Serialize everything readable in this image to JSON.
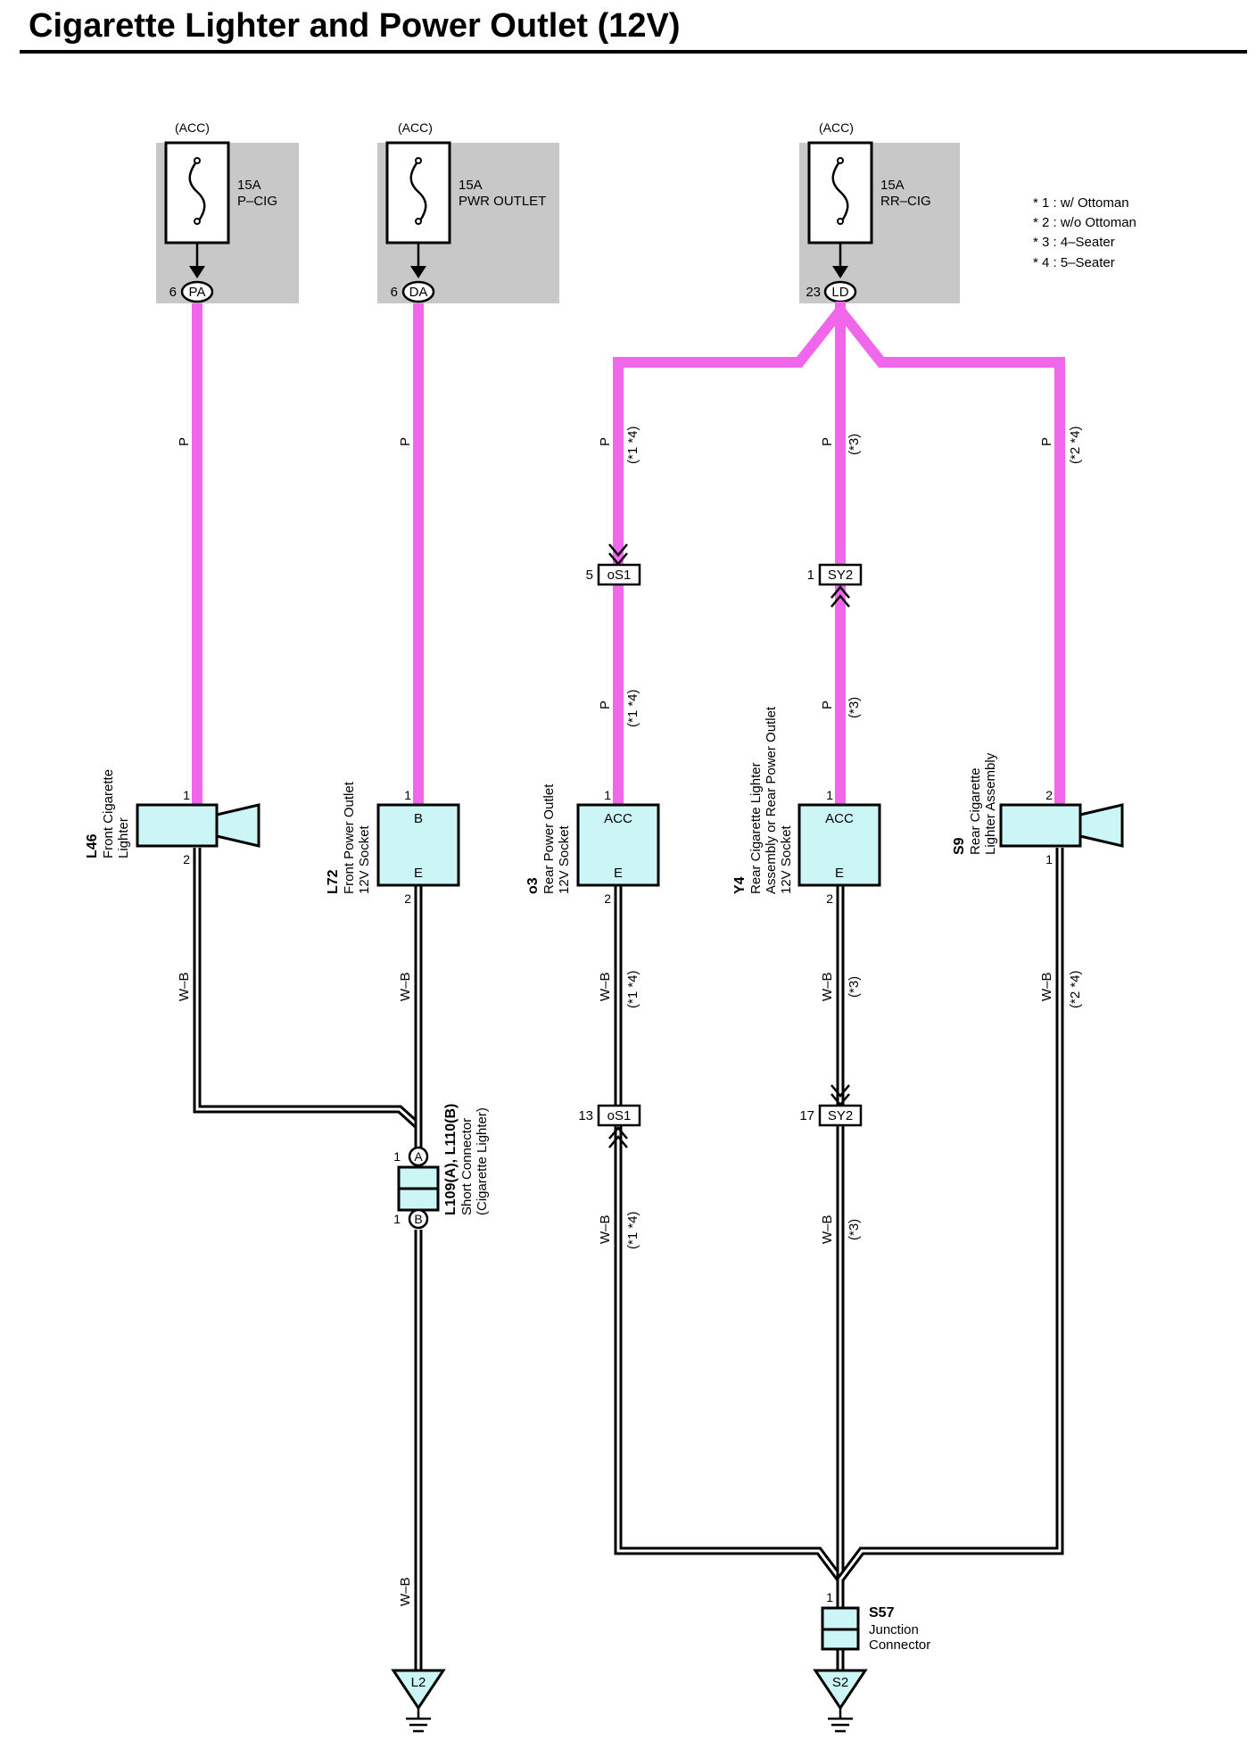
{
  "title": "Cigarette Lighter and Power Outlet (12V)",
  "legend": [
    "* 1 : w/ Ottoman",
    "* 2 : w/o Ottoman",
    "* 3 : 4–Seater",
    "* 4 : 5–Seater"
  ],
  "fuses": [
    {
      "source": "(ACC)",
      "rating": "15A",
      "name": "P–CIG",
      "pin": "6",
      "conn": "PA"
    },
    {
      "source": "(ACC)",
      "rating": "15A",
      "name": "PWR OUTLET",
      "pin": "6",
      "conn": "DA"
    },
    {
      "source": "(ACC)",
      "rating": "15A",
      "name": "RR–CIG",
      "pin": "23",
      "conn": "LD"
    }
  ],
  "wire_colors": {
    "pink": "P",
    "white_black": "W–B"
  },
  "wire_notes": {
    "n14": "(*1 *4)",
    "n3": "(*3)",
    "n24": "(*2 *4)"
  },
  "components": {
    "L46": {
      "code": "L46",
      "desc": [
        "Front Cigarette",
        "Lighter"
      ],
      "pin_top": "1",
      "pin_bottom": "2"
    },
    "L72": {
      "code": "L72",
      "desc": [
        "Front Power Outlet",
        "12V Socket"
      ],
      "pin_top": "1",
      "pin_bottom": "2",
      "term_top": "B",
      "term_bottom": "E"
    },
    "o3": {
      "code": "o3",
      "desc": [
        "Rear Power Outlet",
        "12V Socket"
      ],
      "pin_top": "1",
      "pin_bottom": "2",
      "term_top": "ACC",
      "term_bottom": "E"
    },
    "Y4": {
      "code": "Y4",
      "desc": [
        "Rear Cigarette Lighter",
        "Assembly or Rear Power Outlet",
        "12V Socket"
      ],
      "pin_top": "1",
      "pin_bottom": "2",
      "term_top": "ACC",
      "term_bottom": "E"
    },
    "S9": {
      "code": "S9",
      "desc": [
        "Rear Cigarette",
        "Lighter Assembly"
      ],
      "pin_top": "2",
      "pin_bottom": "1"
    },
    "L109": {
      "code": "L109(A), L110(B)",
      "desc": [
        "Short Connector",
        "(Cigarette Lighter)"
      ],
      "pin_a": "1",
      "pin_b": "1",
      "letter_a": "A",
      "letter_b": "B"
    },
    "S57": {
      "code": "S57",
      "desc": [
        "Junction",
        "Connector"
      ],
      "pin": "1"
    }
  },
  "connectors": {
    "oS1_top": {
      "name": "oS1",
      "pin": "5"
    },
    "SY2_top": {
      "name": "SY2",
      "pin": "1"
    },
    "oS1_bottom": {
      "name": "oS1",
      "pin": "13"
    },
    "SY2_bottom": {
      "name": "SY2",
      "pin": "17"
    }
  },
  "grounds": [
    "L2",
    "S2"
  ]
}
